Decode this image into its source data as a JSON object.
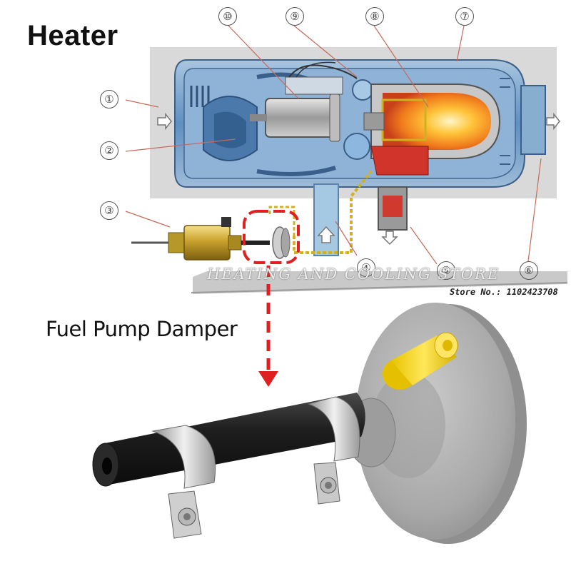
{
  "title": "Heater",
  "caption": "Fuel Pump Damper",
  "callouts": [
    "①",
    "②",
    "③",
    "④",
    "⑤",
    "⑥",
    "⑦",
    "⑧",
    "⑨",
    "⑩"
  ],
  "watermark": "HEATING AND COOLING STORE",
  "store_no": "Store No.: 1102423708",
  "colors": {
    "highlight": "#e02020",
    "flame": "#f5a623",
    "body_blue": "#5f8fc0",
    "damper_grey": "#a9a9a9",
    "cap_yellow": "#f2d20e",
    "hose": "#1e1e1e"
  }
}
